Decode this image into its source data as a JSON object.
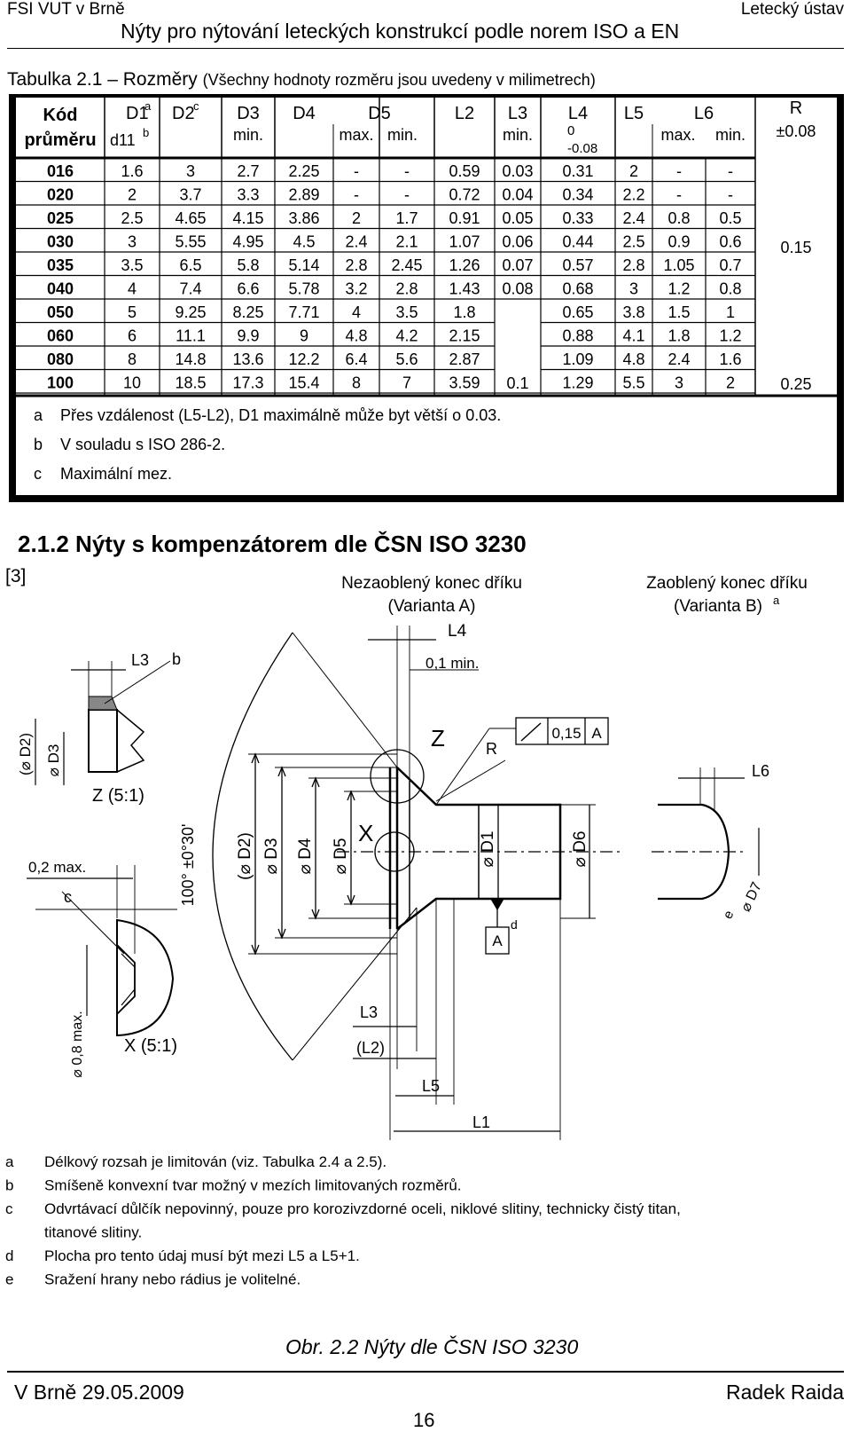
{
  "header": {
    "left": "FSI VUT v Brně",
    "right": "Letecký ústav",
    "title": "Nýty pro nýtování leteckých konstrukcí podle norem ISO a EN"
  },
  "table": {
    "caption_main": "Tabulka 2.1 – Rozměry",
    "caption_note": "(Všechny hodnoty rozměru jsou uvedeny v milimetrech)",
    "head_row1": [
      "Kód",
      "D1",
      "D2",
      "D3",
      "D4",
      "D5",
      "L2",
      "L3",
      "L4",
      "L5",
      "L6",
      "R"
    ],
    "head_sup": [
      "a",
      "c"
    ],
    "head_row2": [
      "průměru",
      "d11",
      "min.",
      "max.",
      "min.",
      "min.",
      "0",
      "max.",
      "min.",
      "±0.08"
    ],
    "head_d11_sup": "b",
    "l4_tol_low": "-0.08",
    "rows": [
      [
        "016",
        "1.6",
        "3",
        "2.7",
        "2.25",
        "-",
        "-",
        "0.59",
        "0.03",
        "0.31",
        "2",
        "-",
        "-"
      ],
      [
        "020",
        "2",
        "3.7",
        "3.3",
        "2.89",
        "-",
        "-",
        "0.72",
        "0.04",
        "0.34",
        "2.2",
        "-",
        "-"
      ],
      [
        "025",
        "2.5",
        "4.65",
        "4.15",
        "3.86",
        "2",
        "1.7",
        "0.91",
        "0.05",
        "0.33",
        "2.4",
        "0.8",
        "0.5"
      ],
      [
        "030",
        "3",
        "5.55",
        "4.95",
        "4.5",
        "2.4",
        "2.1",
        "1.07",
        "0.06",
        "0.44",
        "2.5",
        "0.9",
        "0.6"
      ],
      [
        "035",
        "3.5",
        "6.5",
        "5.8",
        "5.14",
        "2.8",
        "2.45",
        "1.26",
        "0.07",
        "0.57",
        "2.8",
        "1.05",
        "0.7"
      ],
      [
        "040",
        "4",
        "7.4",
        "6.6",
        "5.78",
        "3.2",
        "2.8",
        "1.43",
        "0.08",
        "0.68",
        "3",
        "1.2",
        "0.8"
      ],
      [
        "050",
        "5",
        "9.25",
        "8.25",
        "7.71",
        "4",
        "3.5",
        "1.8",
        "",
        "0.65",
        "3.8",
        "1.5",
        "1"
      ],
      [
        "060",
        "6",
        "11.1",
        "9.9",
        "9",
        "4.8",
        "4.2",
        "2.15",
        "",
        "0.88",
        "4.1",
        "1.8",
        "1.2"
      ],
      [
        "080",
        "8",
        "14.8",
        "13.6",
        "12.2",
        "6.4",
        "5.6",
        "2.87",
        "",
        "1.09",
        "4.8",
        "2.4",
        "1.6"
      ],
      [
        "100",
        "10",
        "18.5",
        "17.3",
        "15.4",
        "8",
        "7",
        "3.59",
        "",
        "1.29",
        "5.5",
        "3",
        "2"
      ]
    ],
    "l3_merged": "0.1",
    "r_values": [
      "0.15",
      "0.25"
    ],
    "footnotes": [
      {
        "mark": "a",
        "text": "Přes vzdálenost (L5-L2), D1 maximálně může byt větší o 0.03."
      },
      {
        "mark": "b",
        "text": "V souladu s ISO 286-2."
      },
      {
        "mark": "c",
        "text": "Maximální mez."
      }
    ]
  },
  "section": {
    "heading": "2.1.2 Nýty s kompenzátorem dle ČSN ISO 3230",
    "ref": "[3]"
  },
  "figure": {
    "title_a1": "Nezaoblený konec dříku",
    "title_a2": "(Varianta A)",
    "title_b1": "Zaoblený konec dříku",
    "title_b2": "(Varianta B)",
    "title_b_sup": "a",
    "labels": {
      "l3": "L3",
      "b": "b",
      "l4": "L4",
      "min01": "0,1 min.",
      "z": "Z",
      "r": "R",
      "tol": "0,15",
      "datum": "A",
      "d_mark": "d",
      "l6": "L6",
      "x": "X",
      "z_detail": "Z (5:1)",
      "x_detail": "X (5:1)",
      "max02": "0,2 max.",
      "c": "c",
      "max08": "⌀ 0,8 max.",
      "angle": "100° ±0°30'",
      "l2": "(L2)",
      "l5": "L5",
      "l1": "L1",
      "od2": "(⌀ D2)",
      "od3": "⌀ D3",
      "d2": "(⌀ D2)",
      "d3": "⌀ D3",
      "d4": "⌀ D4",
      "d5": "⌀ D5",
      "d1": "⌀ D1",
      "d6": "⌀ D6",
      "d7": "⌀ D7",
      "e": "e"
    },
    "notes": [
      {
        "mark": "a",
        "text": "Délkový rozsah je limitován (viz. Tabulka 2.4 a 2.5)."
      },
      {
        "mark": "b",
        "text": "Smíšeně konvexní tvar možný v mezích limitovaných rozměrů."
      },
      {
        "mark": "c",
        "text": "Odvrtávací důlčík nepovinný, pouze pro korozivzdorné oceli, niklové slitiny, technicky čistý titan,"
      },
      {
        "mark": "",
        "text": "titanové slitiny."
      },
      {
        "mark": "d",
        "text": "Plocha pro tento údaj musí být mezi L5 a L5+1."
      },
      {
        "mark": "e",
        "text": "Sražení hrany nebo rádius je volitelné."
      }
    ],
    "caption": "Obr. 2.2 Nýty dle ČSN ISO 3230"
  },
  "footer": {
    "left": "V Brně 29.05.2009",
    "right": "Radek Raida",
    "page": "16"
  }
}
